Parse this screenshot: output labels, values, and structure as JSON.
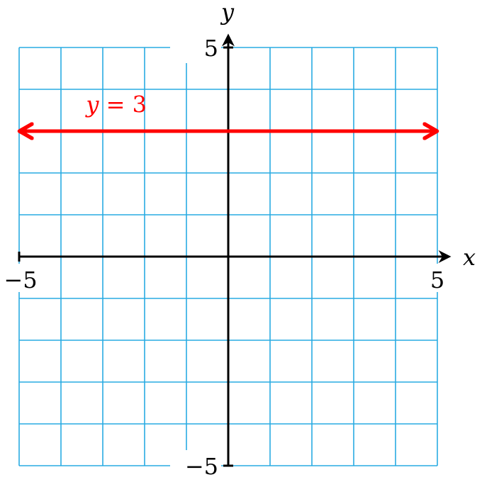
{
  "chart_data": {
    "type": "line",
    "xlim": [
      -5,
      5
    ],
    "ylim": [
      -5,
      5
    ],
    "grid": true,
    "grid_step": 1,
    "xlabel": "x",
    "ylabel": "y",
    "x_tick_labels": [
      {
        "value": -5,
        "text": "−5"
      },
      {
        "value": 5,
        "text": "5"
      }
    ],
    "y_tick_labels": [
      {
        "value": 5,
        "text": "5"
      },
      {
        "value": -5,
        "text": "−5"
      }
    ],
    "series": [
      {
        "x": [
          -5,
          5
        ],
        "y": [
          3,
          3
        ],
        "color": "#ff0000",
        "arrows": "both"
      }
    ],
    "annotations": [
      {
        "text_var": "y",
        "text_rest": " = 3",
        "x": -3.4,
        "y": 3.45,
        "color": "#ff0000"
      }
    ],
    "colors": {
      "grid": "#29abe2",
      "axes": "#000000",
      "line": "#ff0000"
    }
  }
}
